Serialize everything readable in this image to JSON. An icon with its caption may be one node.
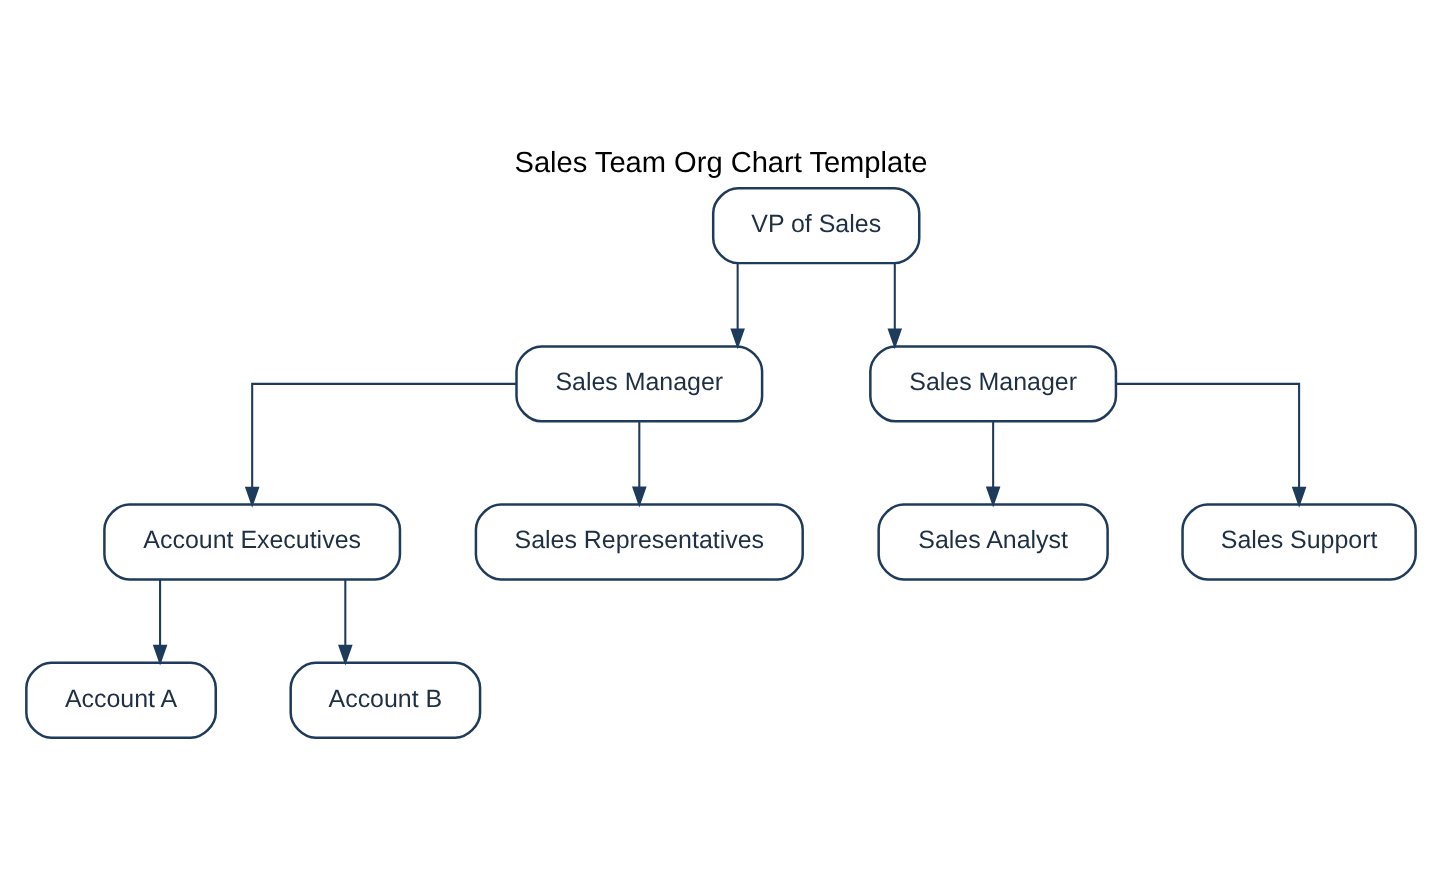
{
  "diagram": {
    "title": "Sales Team Org Chart Template",
    "nodes": [
      {
        "text": [
          "VP of Sales"
        ]
      },
      {
        "text": [
          "Sales Manager"
        ]
      },
      {
        "text": [
          "Sales Manager"
        ]
      },
      {
        "text": [
          "Account Executives"
        ]
      },
      {
        "text": [
          "Sales Representatives"
        ]
      },
      {
        "text": [
          "Sales Analyst"
        ]
      },
      {
        "text": [
          "Sales Support"
        ]
      },
      {
        "text": [
          "Account A"
        ]
      },
      {
        "text": [
          "Account B"
        ]
      }
    ],
    "edges": [
      {
        "from": 0,
        "to": 1,
        "arrow": "to"
      },
      {
        "from": 0,
        "to": 2,
        "arrow": "to"
      },
      {
        "from": 1,
        "to": 3,
        "arrow": "to"
      },
      {
        "from": 1,
        "to": 4,
        "arrow": "to"
      },
      {
        "from": 2,
        "to": 5,
        "arrow": "to"
      },
      {
        "from": 2,
        "to": 6,
        "arrow": "to"
      },
      {
        "from": 3,
        "to": 7,
        "arrow": "to"
      },
      {
        "from": 3,
        "to": 8,
        "arrow": "to"
      }
    ]
  }
}
